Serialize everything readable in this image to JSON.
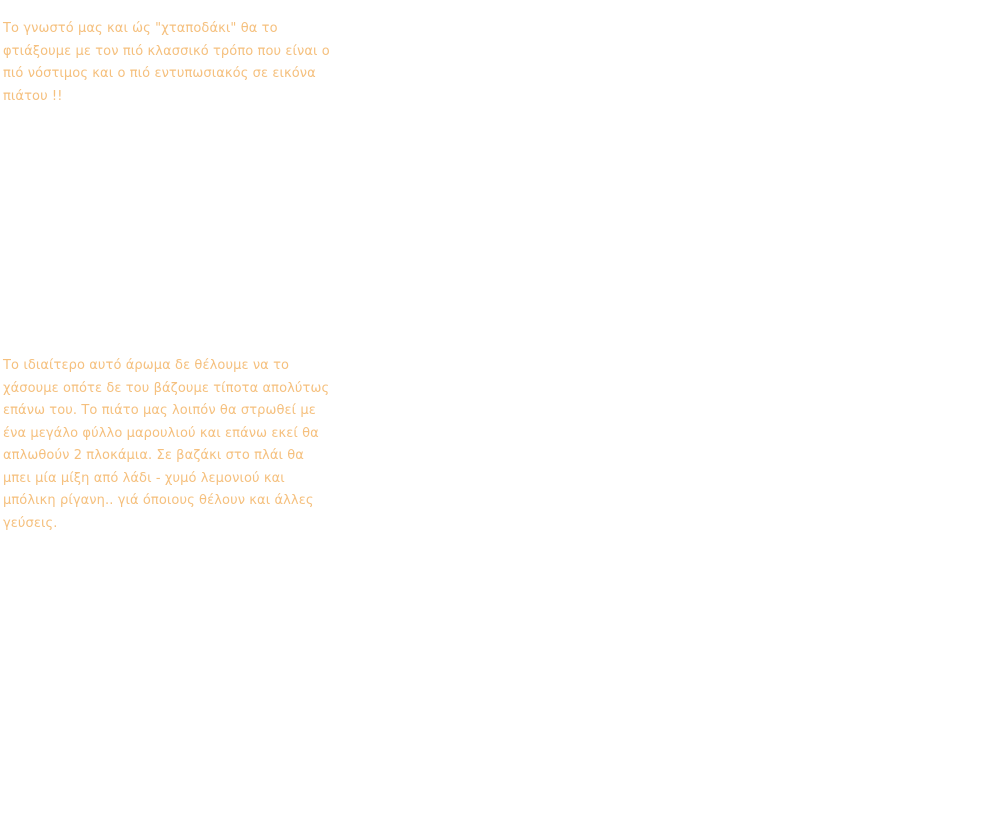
{
  "colors": {
    "text": "#f5c07e",
    "background": "#ffffff"
  },
  "paragraphs": [
    {
      "lines": [
        "Το γνωστό μας και ώς \"χταποδάκι\" θα το",
        "φτιάξουμε με τον πιό κλασσικό τρόπο που είναι ο",
        "πιό νόστιμος και ο πιό εντυπωσιακός σε εικόνα",
        "πιάτου !!"
      ]
    },
    {
      "lines": [
        "Το ιδιαίτερο αυτό άρωμα δε θέλουμε να το",
        "χάσουμε οπότε δε του βάζουμε τίποτα απολύτως",
        "επάνω του. Το πιάτο μας λοιπόν θα στρωθεί με",
        "ένα μεγάλο φύλλο μαρουλιού και επάνω εκεί θα",
        "απλωθούν 2 πλοκάμια. Σε βαζάκι στο πλάι θα",
        "μπει μία μίξη από λάδι - χυμό λεμονιού και",
        "μπόλικη ρίγανη.. γιά όποιους θέλουν και άλλες",
        "γεύσεις."
      ]
    }
  ]
}
